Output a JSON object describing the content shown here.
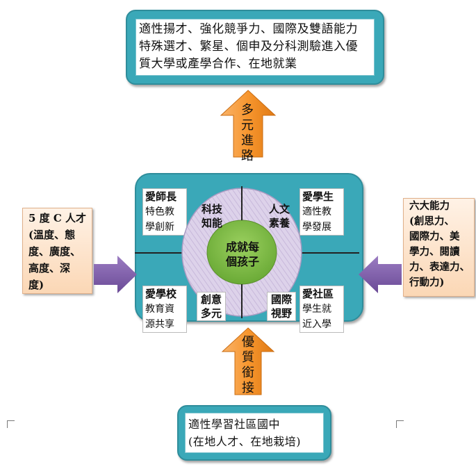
{
  "top_box": {
    "line1": "適性揚才、強化競爭力、國際及雙語能力",
    "line2": "特殊選才、繁星、個申及分科測驗進入優",
    "line3": "質大學或產學合作、在地就業"
  },
  "up_arrow": {
    "label": "多元進路"
  },
  "down_arrow": {
    "label": "優質銜接"
  },
  "left_box": {
    "lines": [
      "5 度 C 人才",
      "(溫度、態",
      "度、廣度、",
      "高度、深",
      "度)"
    ]
  },
  "right_box": {
    "lines": [
      "六大能力",
      "(創思力、",
      "國際力、美",
      "學力、閱讀",
      "力、表達力、",
      "行動力)"
    ]
  },
  "center": {
    "core": [
      "成就每",
      "個孩子"
    ],
    "ring": {
      "top_left": [
        "科技",
        "知能"
      ],
      "top_right": [
        "人文",
        "素養"
      ],
      "bottom_left": [
        "創意",
        "多元"
      ],
      "bottom_right": [
        "國際",
        "視野"
      ]
    },
    "quads": {
      "tl": {
        "title": "愛師長",
        "lines": [
          "特色教",
          "學創新"
        ]
      },
      "tr": {
        "title": "愛學生",
        "lines": [
          "適性教",
          "學發展"
        ]
      },
      "bl": {
        "title": "愛學校",
        "lines": [
          "教育資",
          "源共享"
        ]
      },
      "br": {
        "title": "愛社區",
        "lines": [
          "學生就",
          "近入學"
        ]
      }
    }
  },
  "bottom_box": {
    "line1": "適性學習社區國中",
    "line2": "(在地人才、在地栽培)"
  },
  "colors": {
    "teal": "#3aa8b8",
    "orange": "#f7962e",
    "purple": "#7b5aa6",
    "green": "#7cba44",
    "lavender": "#d9cfe6"
  }
}
